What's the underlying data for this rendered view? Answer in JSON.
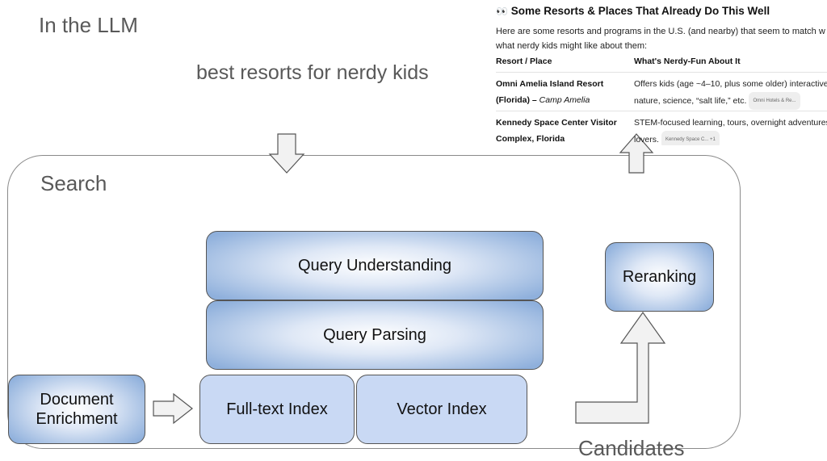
{
  "diagram": {
    "llm_label": "In the LLM",
    "query_text": "best resorts for nerdy kids",
    "search_label": "Search",
    "boxes": {
      "query_understanding": "Query Understanding",
      "query_parsing": "Query Parsing",
      "fulltext_index": "Full-text Index",
      "vector_index": "Vector Index",
      "document_enrichment": "Document Enrichment",
      "reranking": "Reranking"
    },
    "candidates_label": "Candidates"
  },
  "chat": {
    "title_emoji": "👀",
    "title": "Some Resorts & Places That Already Do This Well",
    "intro_line1": "Here are some resorts and programs in the U.S. (and nearby) that seem to match w",
    "intro_line2": "what nerdy kids might like about them:",
    "columns": [
      "Resort / Place",
      "What's Nerdy-Fun About It"
    ],
    "rows": [
      {
        "place_line1": "Omni Amelia Island Resort",
        "place_line2_bold": "(Florida) – ",
        "place_line2_italic": "Camp Amelia",
        "desc_line1": "Offers kids (age ~4–10, plus some older) interactive",
        "desc_line2": "nature, science, “salt life,” etc.",
        "chip": "Omni Hotels & Re..."
      },
      {
        "place_line1": "Kennedy Space Center Visitor",
        "place_line2_bold": "Complex, Florida",
        "desc_line1": "STEM-focused learning, tours, overnight adventures",
        "desc_line2": "lovers.",
        "chip": "Kennedy Space C...  +1"
      }
    ]
  }
}
